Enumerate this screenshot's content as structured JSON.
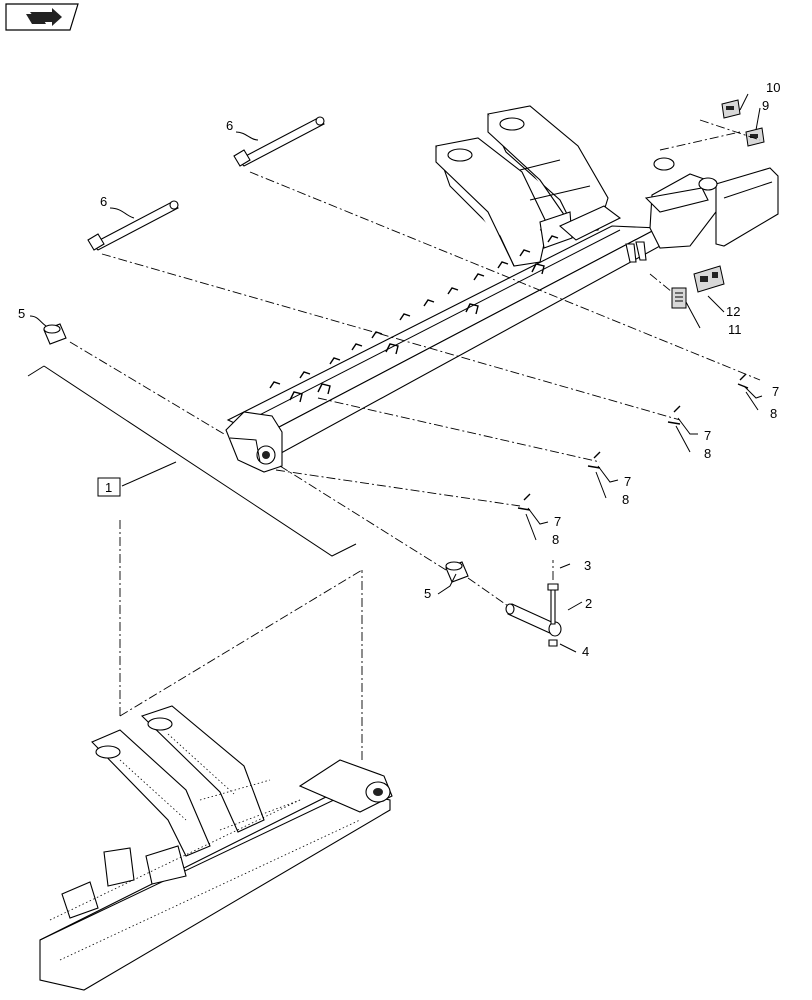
{
  "diagram": {
    "nav_icon": "navigation-arrow-icon",
    "callouts": {
      "c1": "1",
      "c2": "2",
      "c3": "3",
      "c4": "4",
      "c5a": "5",
      "c5b": "5",
      "c6a": "6",
      "c6b": "6",
      "c7a": "7",
      "c7b": "7",
      "c7c": "7",
      "c7d": "7",
      "c8a": "8",
      "c8b": "8",
      "c8c": "8",
      "c8d": "8",
      "c9": "9",
      "c10": "10",
      "c11": "11",
      "c12": "12"
    }
  }
}
